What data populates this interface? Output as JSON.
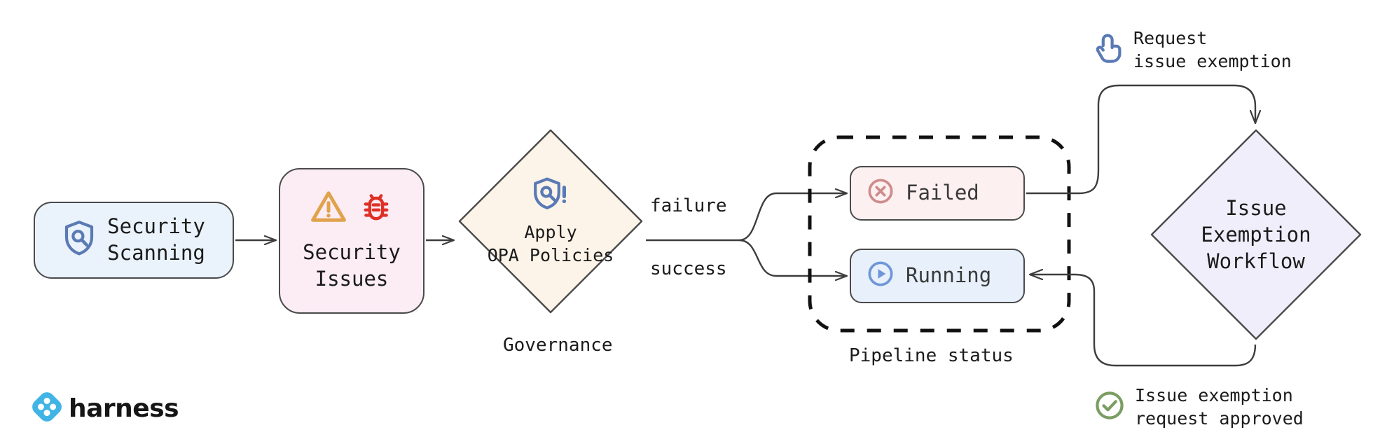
{
  "diagram": {
    "title": "Security scanning governance and issue exemption workflow",
    "background": "#ffffff"
  },
  "nodes": {
    "security_scanning": {
      "label": "Security\nScanning",
      "icon": "shield-search-icon",
      "fill": "#eaf3fc",
      "stroke": "#4a4a4a",
      "shape": "rounded-rect"
    },
    "security_issues": {
      "label": "Security\nIssues",
      "icons": [
        "warning-triangle-icon",
        "bug-icon"
      ],
      "fill": "#fcecf4",
      "stroke": "#4a4a4a",
      "shape": "rounded-rect"
    },
    "apply_opa_policies": {
      "label": "Apply\nOPA Policies",
      "icon": "shield-search-alert-icon",
      "caption": "Governance",
      "fill": "#fdf4e9",
      "stroke": "#4a4a4a",
      "shape": "diamond"
    },
    "failed": {
      "label": "Failed",
      "icon": "circle-x-icon",
      "fill": "#fdf0f1",
      "stroke": "#4a4a4a",
      "icon_color": "#cf8b8b",
      "shape": "rounded-rect"
    },
    "running": {
      "label": "Running",
      "icon": "play-circle-icon",
      "fill": "#e7f0fb",
      "stroke": "#4a4a4a",
      "icon_color": "#6f97d8",
      "shape": "rounded-rect"
    },
    "pipeline_status_group": {
      "caption": "Pipeline status",
      "border_style": "dashed",
      "stroke": "#111111"
    },
    "issue_exemption_workflow": {
      "label": "Issue\nExemption\nWorkflow",
      "fill": "#f0eefb",
      "stroke": "#4a4a4a",
      "shape": "diamond"
    }
  },
  "edge_labels": {
    "failure": "failure",
    "success": "success"
  },
  "annotations": {
    "request": {
      "line1": "Request",
      "line2": "issue exemption",
      "icon": "pointing-hand-click-icon",
      "icon_color": "#5a7ab5"
    },
    "approved": {
      "line1": "Issue exemption",
      "line2": "request approved",
      "icon": "check-circle-icon",
      "icon_color": "#7a9e62"
    }
  },
  "logo": {
    "wordmark": "harness",
    "mark": "harness-diamond-logo",
    "color": "#41b4e6"
  }
}
